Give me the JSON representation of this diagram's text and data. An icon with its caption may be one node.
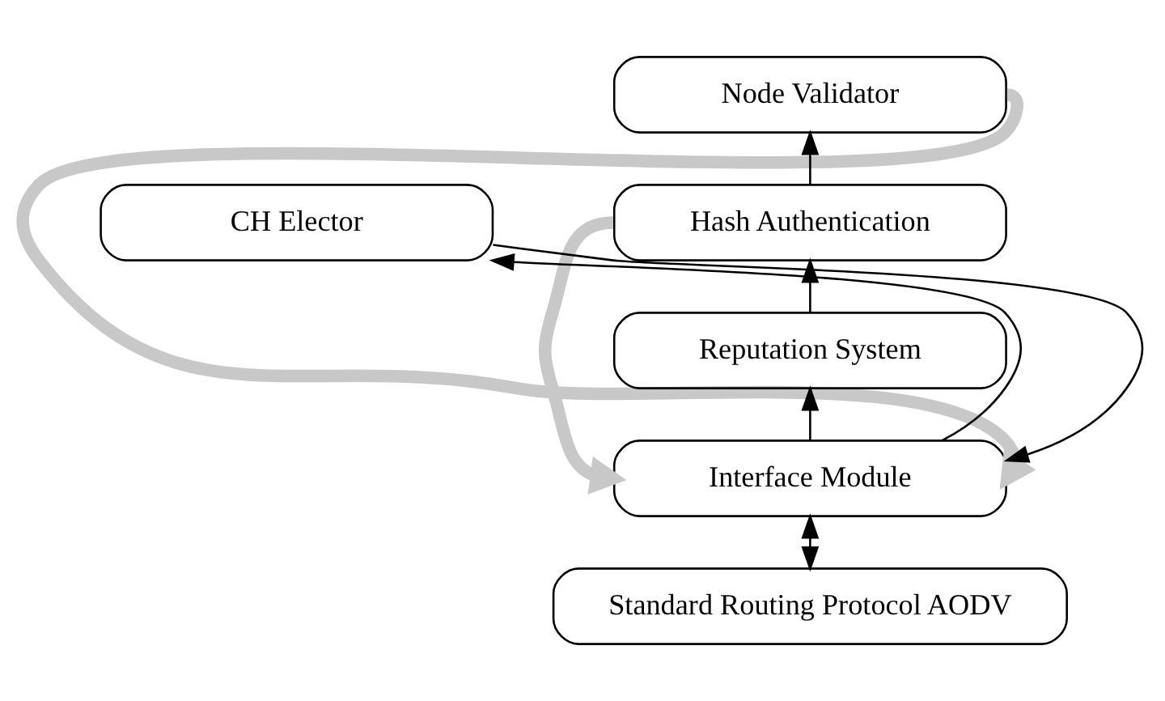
{
  "diagram": {
    "nodes": [
      {
        "text": [
          "Node Validator"
        ]
      },
      {
        "text": [
          "Hash Authentication"
        ]
      },
      {
        "text": [
          "Reputation System"
        ]
      },
      {
        "text": [
          "Interface Module"
        ]
      },
      {
        "text": [
          "Standard Routing Protocol AODV"
        ]
      },
      {
        "text": [
          "CH Elector"
        ]
      }
    ],
    "edges": [
      {
        "from": 3,
        "to": 2,
        "arrow": "to"
      },
      {
        "from": 2,
        "to": 1,
        "arrow": "to"
      },
      {
        "from": 1,
        "to": 0,
        "arrow": "to"
      },
      {
        "from": 4,
        "to": 3,
        "arrow": "both"
      },
      {
        "from": 0,
        "to": 3,
        "arrow": "to",
        "style": "thick",
        "color": "#c8c8c8"
      },
      {
        "from": 1,
        "to": 3,
        "arrow": "to",
        "style": "thick",
        "color": "#c8c8c8"
      },
      {
        "from": 5,
        "to": 3,
        "arrow": "to"
      },
      {
        "from": 3,
        "to": 5,
        "arrow": "to"
      }
    ]
  }
}
